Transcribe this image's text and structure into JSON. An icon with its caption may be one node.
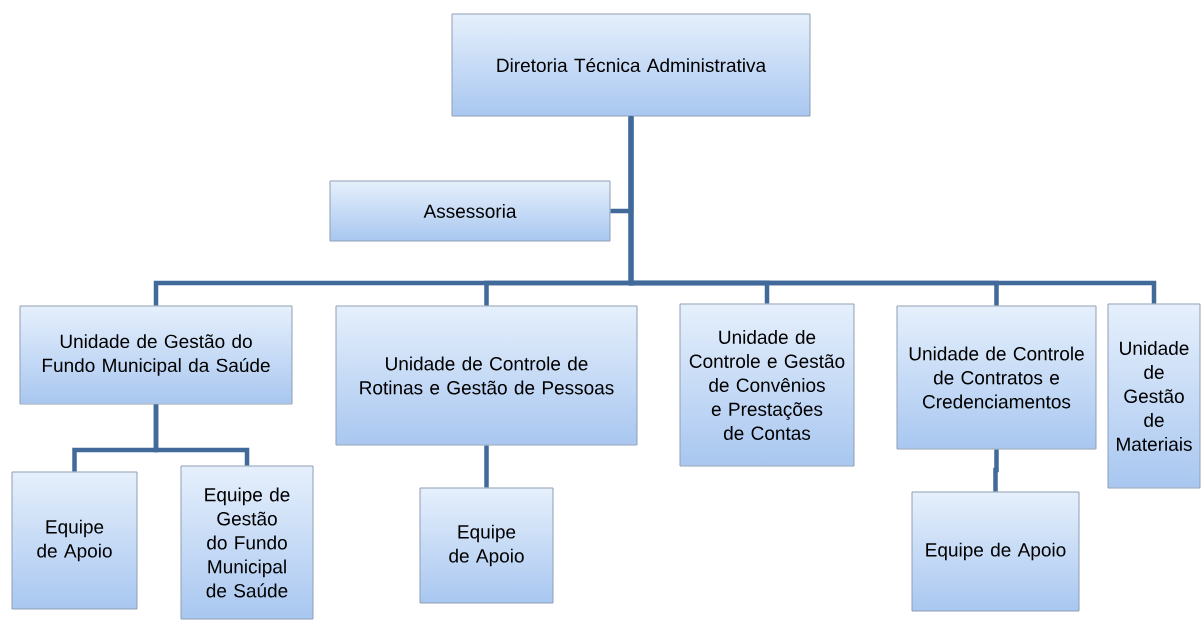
{
  "diagram": {
    "nodes": [
      {
        "text": [
          "Diretoria Técnica Administrativa"
        ]
      },
      {
        "text": [
          "Assessoria"
        ]
      },
      {
        "text": [
          "Unidade de Gestão do Fundo Municipal da Saúde"
        ]
      },
      {
        "text": [
          "Unidade de Controle de Rotinas e Gestão de Pessoas"
        ]
      },
      {
        "text": [
          "Unidade de Controle e Gestão de Convênios e Prestações de Contas"
        ]
      },
      {
        "text": [
          "Unidade de Controle de Contratos e Credenciamentos"
        ]
      },
      {
        "text": [
          "Unidade de Gestão de Materiais"
        ]
      },
      {
        "text": [
          "Equipe de Apoio"
        ]
      },
      {
        "text": [
          "Equipe de Gestão do Fundo Municipal de Saúde"
        ]
      },
      {
        "text": [
          "Equipe de Apoio"
        ]
      },
      {
        "text": [
          "Equipe de Apoio"
        ]
      }
    ],
    "edges": [
      {
        "from": 0,
        "to": 1,
        "arrow": "none"
      },
      {
        "from": 0,
        "to": 2,
        "arrow": "none"
      },
      {
        "from": 0,
        "to": 3,
        "arrow": "none"
      },
      {
        "from": 0,
        "to": 4,
        "arrow": "none"
      },
      {
        "from": 0,
        "to": 5,
        "arrow": "none"
      },
      {
        "from": 0,
        "to": 6,
        "arrow": "none"
      },
      {
        "from": 2,
        "to": 7,
        "arrow": "none"
      },
      {
        "from": 2,
        "to": 8,
        "arrow": "none"
      },
      {
        "from": 3,
        "to": 9,
        "arrow": "none"
      },
      {
        "from": 5,
        "to": 10,
        "arrow": "none"
      }
    ]
  }
}
